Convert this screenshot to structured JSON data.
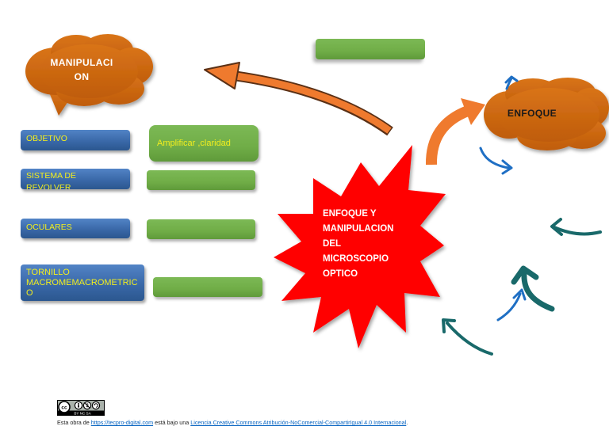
{
  "diagram": {
    "center_lines": [
      "ENFOQUE Y",
      "MANIPULACION",
      "DEL",
      "MICROSCOPIO",
      "OPTICO"
    ],
    "cloud_left_lines": [
      "MANIPULACI",
      "ON"
    ],
    "cloud_right": "ENFOQUE"
  },
  "items": [
    {
      "label_lines": [
        "OBJETIVO"
      ]
    },
    {
      "label_lines": [
        "SISTEMA DE",
        "REVOLVER"
      ]
    },
    {
      "label_lines": [
        "OCULARES"
      ]
    },
    {
      "label_lines": [
        "TORNILLO",
        "MACROMEMACROMETRIC",
        "O"
      ]
    }
  ],
  "description_first": "Amplificar ,claridad",
  "footer": {
    "prefix": "Esta obra de ",
    "site_link": "https://tecpro-digital.com",
    "middle": " está bajo una ",
    "license_link": "Licencia Creative Commons Atribución-NoComercial-CompartirIgual 4.0 Internacional",
    "suffix": ".",
    "badge_text": "BY NC SA"
  },
  "colors": {
    "cloud_orange": "#c9650f",
    "burst_red": "#ff0000",
    "box_blue": "#3a68a8",
    "box_green": "#70ad47",
    "label_yellow": "#f2ee1e",
    "arrow_orange": "#ef7a2e",
    "arrow_teal": "#19696a",
    "arrow_blue": "#1f6fc4",
    "link_blue": "#0563c1"
  }
}
